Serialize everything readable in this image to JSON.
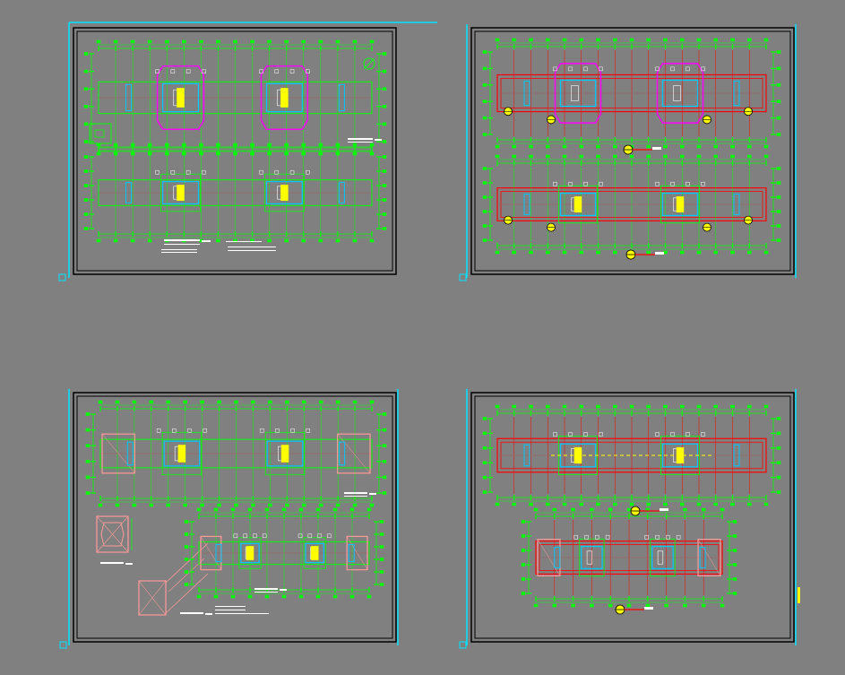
{
  "viewport": {
    "name": "CAD model space",
    "background": "#808080"
  },
  "colors": {
    "frame": "#000000",
    "sheet_edge": "#00e5ff",
    "dimension": "#00ff00",
    "wall": "#ff0000",
    "column": "#ff00ff",
    "window": "#00c8ff",
    "highlight": "#ffff00",
    "furniture": "#ff9999",
    "text": "#ffffff"
  },
  "sheets": [
    {
      "id": "sheet-1",
      "position": "top-left",
      "content": "floor-plans-upper-and-lower",
      "labels": []
    },
    {
      "id": "sheet-2",
      "position": "top-right",
      "content": "structural-plans-with-axis-tags",
      "labels": []
    },
    {
      "id": "sheet-3",
      "position": "bottom-left",
      "content": "plan-and-detail-views",
      "labels": []
    },
    {
      "id": "sheet-4",
      "position": "bottom-right",
      "content": "roof-and-foundation-plans",
      "labels": []
    }
  ]
}
